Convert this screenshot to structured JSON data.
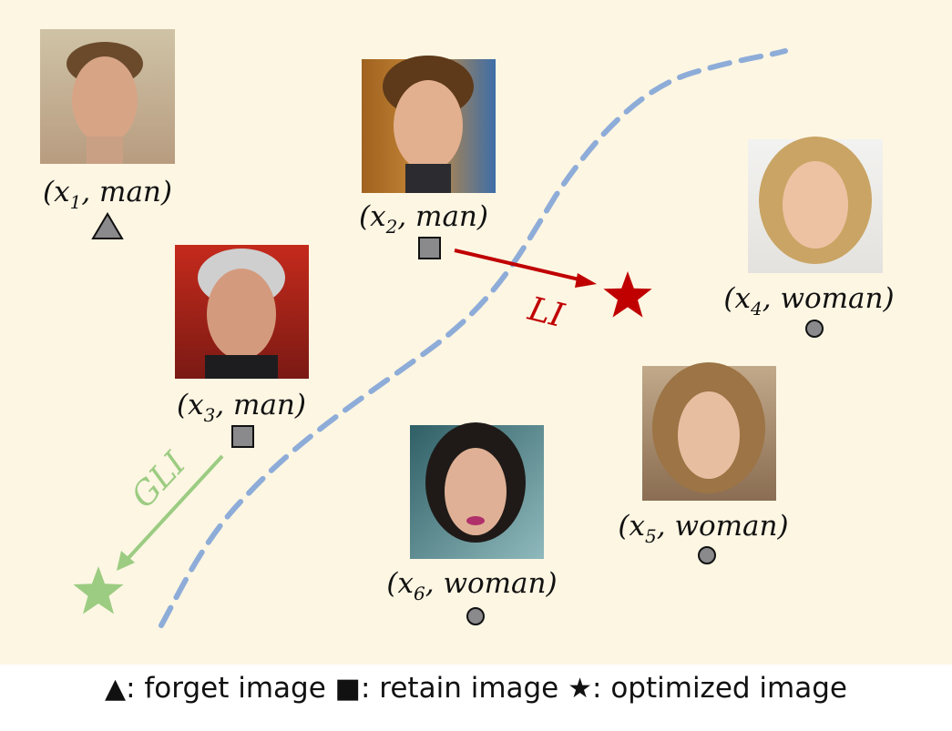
{
  "background_color": "#fdf6e3",
  "colors": {
    "boundary": "#8eacd8",
    "marker_fill": "#8a8a8c",
    "li_arrow": "#c00000",
    "gli_arrow": "#9ccc82"
  },
  "faces": [
    {
      "id": "x1",
      "var": "x",
      "sub": "1",
      "label": "man",
      "marker": "triangle",
      "role": "forget image",
      "photo": "man-headshot"
    },
    {
      "id": "x2",
      "var": "x",
      "sub": "2",
      "label": "man",
      "marker": "square",
      "role": "retain image",
      "photo": "smiling-man-headshot"
    },
    {
      "id": "x3",
      "var": "x",
      "sub": "3",
      "label": "man",
      "marker": "square",
      "role": "retain image",
      "photo": "older-man-headshot"
    },
    {
      "id": "x4",
      "var": "x",
      "sub": "4",
      "label": "woman",
      "marker": "circle",
      "photo": "blonde-woman-headshot"
    },
    {
      "id": "x5",
      "var": "x",
      "sub": "5",
      "label": "woman",
      "marker": "circle",
      "photo": "woman-headshot"
    },
    {
      "id": "x6",
      "var": "x",
      "sub": "6",
      "label": "woman",
      "marker": "circle",
      "photo": "dark-haired-woman-headshot"
    }
  ],
  "arrows": {
    "li": {
      "label": "LI",
      "from": "x2",
      "to": "optimized image",
      "color": "#c00000"
    },
    "gli": {
      "label": "GLI",
      "from": "x3",
      "to": "optimized image",
      "color": "#9ccc82"
    }
  },
  "legend": {
    "forget_symbol": "▲",
    "forget_text": ": forget image ",
    "retain_symbol": "■",
    "retain_text": ": retain image ",
    "optimized_symbol": "★",
    "optimized_text": ": optimized image"
  }
}
